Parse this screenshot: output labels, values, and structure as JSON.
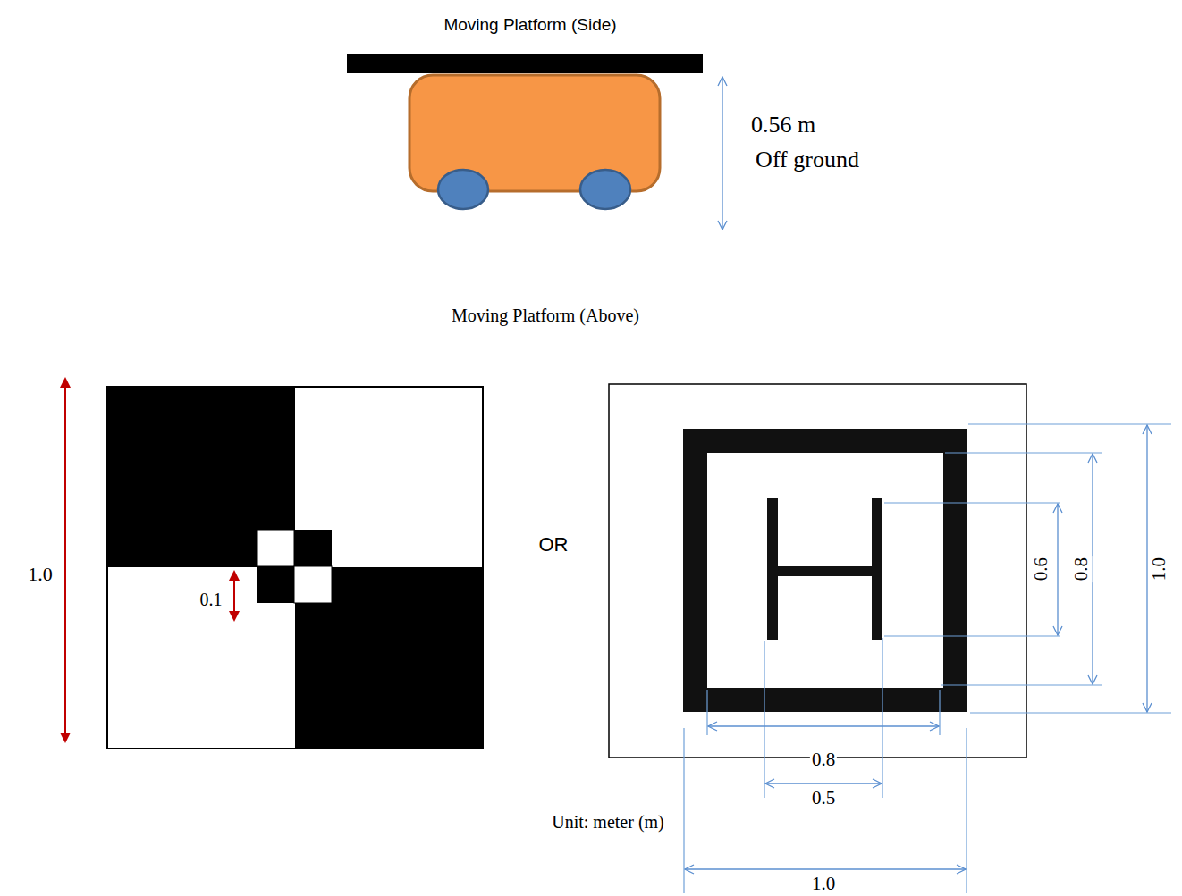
{
  "diagram": {
    "labels": [
      "Moving Platform (Side)",
      "0.56 m",
      "Off ground",
      "Moving Platform (Above)",
      "1.0",
      "0.1",
      "OR",
      "0.6",
      "0.8",
      "1.0",
      "0.5",
      "0.8",
      "1.0",
      "Unit: meter (m)"
    ]
  }
}
